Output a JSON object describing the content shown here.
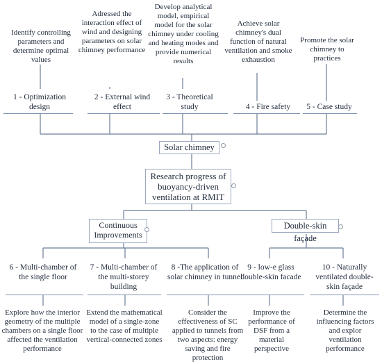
{
  "root": {
    "title": "Research progress of buoyancy-driven ventilation at RMIT"
  },
  "top_branch": {
    "label": "Solar chimney",
    "children": [
      {
        "label": "1 - Optimization design",
        "desc": "Identify controlling parameters and determine optimal values"
      },
      {
        "label": "2 - External wind effect",
        "desc": "Adressed the interaction effect of wind and designing parameters on solar chimney performance"
      },
      {
        "label": "3 - Theoretical study",
        "desc": "Develop analytical model, empirical model  for the solar chimney under cooling and heating modes and  provide numerical results"
      },
      {
        "label": "4 - Fire safety",
        "desc": "Achieve solar chimney's dual function of natural ventilation and smoke exhaustion"
      },
      {
        "label": "5 - Case study",
        "desc": "Promote the solar chimney to practices"
      }
    ]
  },
  "bottom_branches": [
    {
      "label": "Continuous Improvements",
      "children": [
        {
          "label": "6 - Multi-chamber of the single floor",
          "desc": "Explore how the interior geometry of the multiple chambers on a single floor affected the ventilation performance"
        },
        {
          "label": "7 - Multi-chamber of the multi-storey building",
          "desc": "Extend the mathematical model of a single-zone to the case of multiple vertical-connected zones"
        },
        {
          "label": "8 -The application of solar chimney in tunnel",
          "desc": "Consider the effectiveness of SC applied to tunnels from two aspects: energy saving and fire protection"
        }
      ]
    },
    {
      "label": "Double-skin façade",
      "children": [
        {
          "label": "9 - low-e glass double-skin facade",
          "desc": "Improve the performance of DSF from a material perspective"
        },
        {
          "label": "10 - Naturally ventilated double-skin façade",
          "desc": "Determine the influencing factors and explor ventilation performance"
        }
      ]
    }
  ]
}
